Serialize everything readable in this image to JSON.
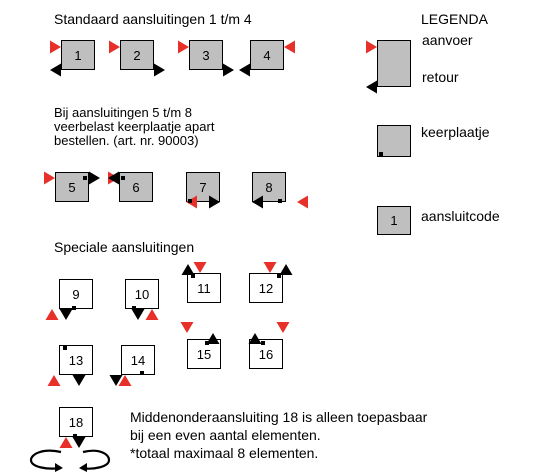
{
  "sections": {
    "standard_title": "Standaard aansluitingen 1 t/m 4",
    "note_5_8": [
      "Bij aansluitingen 5 t/m 8",
      "veerbelast keerplaatje apart",
      "bestellen. (art. nr. 90003)"
    ],
    "special_title": "Speciale aansluitingen"
  },
  "legend": {
    "title": "LEGENDA",
    "supply": "aanvoer",
    "return": "retour",
    "plate": "keerplaatje",
    "code_number": "1",
    "code": "aansluitcode"
  },
  "codes": [
    "1",
    "2",
    "3",
    "4",
    "5",
    "6",
    "7",
    "8",
    "9",
    "10",
    "11",
    "12",
    "13",
    "14",
    "15",
    "16",
    "18"
  ],
  "footnote": [
    "Middenonderaansluiting 18 is alleen toepasbaar",
    "bij een even aantal elementen.",
    "*totaal maximaal 8 elementen."
  ],
  "colors": {
    "supply": "#e8302a",
    "return": "#000000",
    "box_fill": "#bfbfbf"
  }
}
